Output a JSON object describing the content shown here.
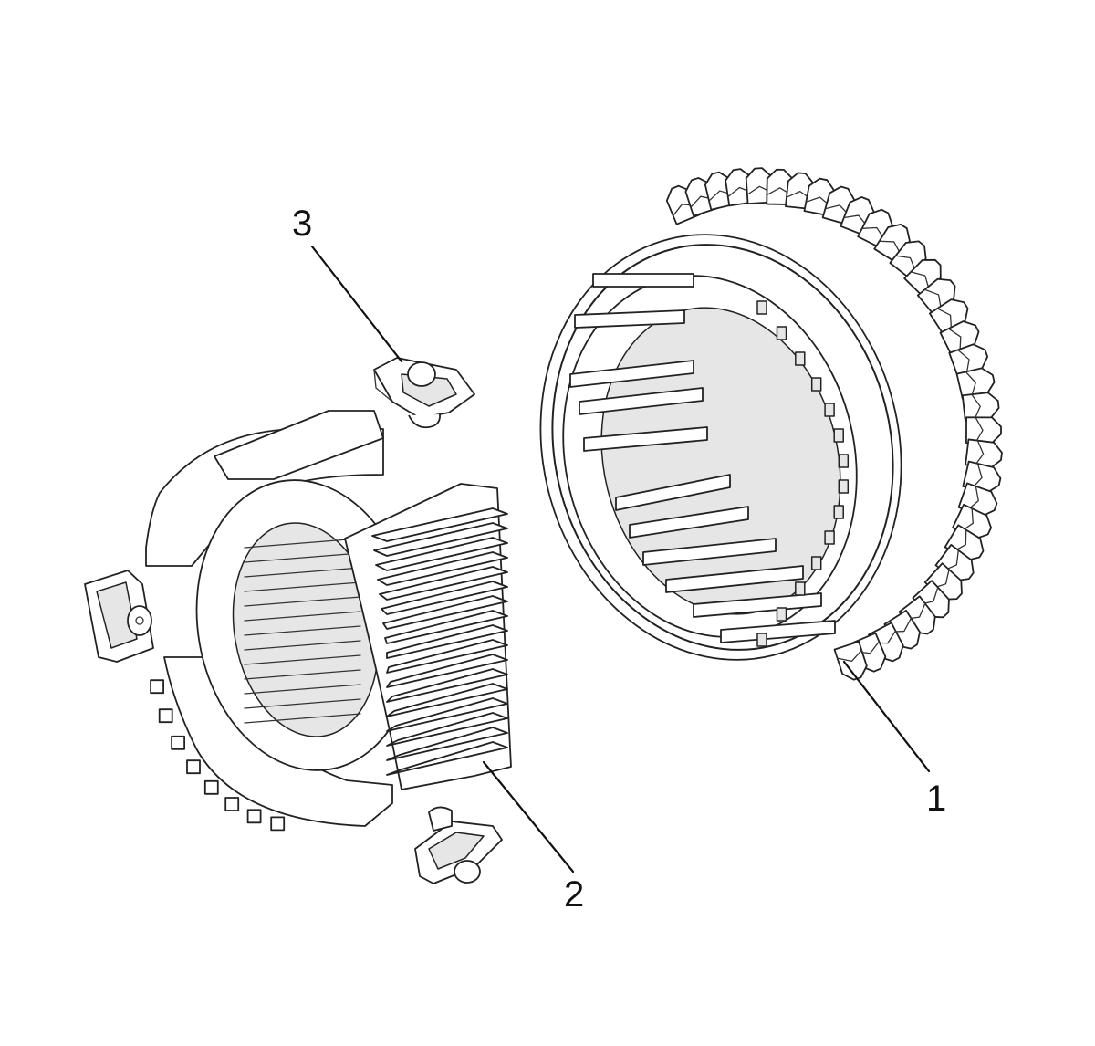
{
  "callouts": [
    {
      "id": "1",
      "label": "1"
    },
    {
      "id": "2",
      "label": "2"
    },
    {
      "id": "3",
      "label": "3"
    }
  ],
  "colors": {
    "ink": "#222222",
    "background": "#ffffff",
    "shade": "#e6e6e6"
  }
}
